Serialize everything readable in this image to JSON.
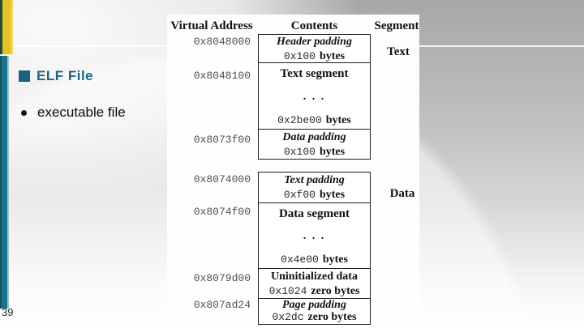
{
  "slide": {
    "page_number": "39",
    "title": "ELF File",
    "bullet_text": "executable file"
  },
  "icons": {
    "title_marker": "teal-square",
    "bullet_marker": "black-dot"
  },
  "colors": {
    "title_teal": "#1d647e",
    "square_teal": "#1c607c",
    "bar_yellow": "#e2c229",
    "bar_yellow_edge": "#1f4d37",
    "bar_teal": "#1a7488",
    "address_gray": "#4f4f4f",
    "diagram_background": "#fefefe",
    "border_black": "#1c1c1c"
  },
  "diagram": {
    "headers": {
      "virtual_address": "Virtual Address",
      "contents": "Contents",
      "segment": "Segment"
    },
    "addresses": [
      "0x8048000",
      "0x8048100",
      "0x8073f00",
      "0x8074000",
      "0x8074f00",
      "0x8079d00",
      "0x807ad24"
    ],
    "segment_labels": [
      "Text",
      "Data"
    ],
    "box1_rows": [
      {
        "label": "Header padding",
        "hex": "0x100",
        "unit": "bytes"
      },
      {
        "label": "Text segment",
        "dots": ". . .",
        "hex": "0x2be00",
        "unit": "bytes"
      },
      {
        "label": "Data padding",
        "hex": "0x100",
        "unit": "bytes"
      }
    ],
    "box2_rows": [
      {
        "label": "Text padding",
        "hex": "0xf00",
        "unit": "bytes"
      },
      {
        "label": "Data segment",
        "dots": ". . .",
        "hex": "0x4e00",
        "unit": "bytes"
      },
      {
        "label": "Uninitialized data",
        "hex": "0x1024",
        "unit": "zero bytes"
      },
      {
        "label": "Page padding",
        "hex": "0x2dc",
        "unit": "zero bytes"
      }
    ]
  }
}
